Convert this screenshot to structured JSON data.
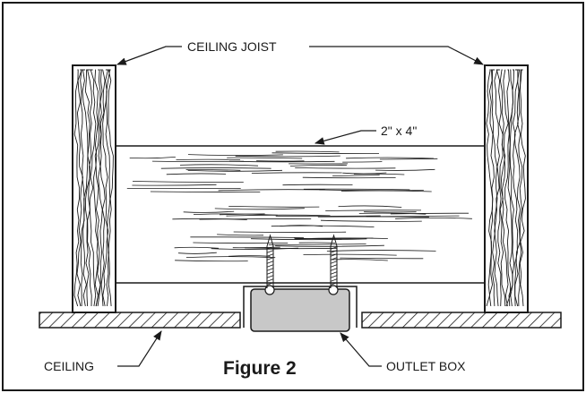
{
  "labels": {
    "ceiling_joist": "CEILING JOIST",
    "two_by_four": "2\" x 4\"",
    "ceiling": "CEILING",
    "outlet_box": "OUTLET BOX"
  },
  "caption": "Figure 2",
  "colors": {
    "ink": "#1a1a1a",
    "outlet_box_fill": "#c8c8c8",
    "background": "#ffffff"
  }
}
